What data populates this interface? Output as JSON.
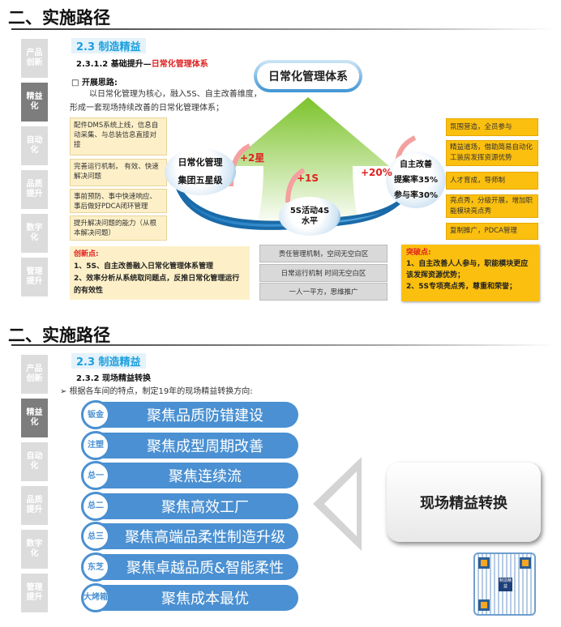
{
  "top": {
    "title": "二、实施路径",
    "section": "2.3 制造精益",
    "heading_num": "2.3.1.2  基础提升—",
    "heading_red": "日常化管理体系",
    "idea_label": "□ 开展思路:",
    "paragraph": "以日常化管理为核心，融入5S、自主改善维度，形成一套现场持续改善的日常化管理体系；",
    "left_boxes": [
      "配件DMS系统上线，信息自动采集、与总装信息直接对接",
      "完善运行机制， 有效、快速解决问题",
      "事前预防、事中快速响应、事后做好PDCA闭环管理",
      "提升解决问题的能力（从根本解决问题）"
    ],
    "innovation": {
      "label": "创新点:",
      "lines": [
        "1、5S、自主改善融入日常化管理体系管理",
        "2、效率分析从系统取问题点，反推日常化管理运行的有效性"
      ]
    },
    "diagram": {
      "top_label": "日常化管理体系",
      "circle1": [
        "日常化管理",
        "集团五星级"
      ],
      "circle1_gain": "+2星",
      "circle2": [
        "5S活动4S",
        "水平"
      ],
      "circle2_gain": "+1S",
      "circle3": [
        "自主改善",
        "提案率35%",
        "参与率30%"
      ],
      "circle3_gain": "+20%"
    },
    "gray_boxes": [
      "责任管理机制，空间无空白区",
      "日常运行机制 时间无空白区",
      "一人一平方，思维推广"
    ],
    "right_boxes": [
      "氛围营造，全员参与",
      "精益道场，借助简易自动化工装房发挥资源优势",
      "人才育成，导师制",
      "亮点秀，分级开展，增加职能模块亮点秀",
      "复制推广，PDCA管理"
    ],
    "breakthrough": {
      "label": "突破点:",
      "lines": [
        "1、自主改善人人参与，职能模块更应该发挥资源优势；",
        "2、5S专项亮点秀，尊重和荣誉；"
      ]
    }
  },
  "nav": [
    "产品创新",
    "精益化",
    "自动化",
    "品质提升",
    "数字化",
    "管理提升"
  ],
  "bottom": {
    "title": "二、实施路径",
    "section": "2.3 制造精益",
    "heading": "2.3.2  现场精益转换",
    "bullet": "根据各车间的特点，制定19年的现场精益转换方向:",
    "items": [
      {
        "tag": "钣金",
        "text": "聚焦品质防错建设"
      },
      {
        "tag": "注塑",
        "text": "聚焦成型周期改善"
      },
      {
        "tag": "总一",
        "text": "聚焦连续流"
      },
      {
        "tag": "总二",
        "text": "聚焦高效工厂"
      },
      {
        "tag": "总三",
        "text": "聚焦高端品柔性制造升级"
      },
      {
        "tag": "东芝",
        "text": "聚焦卓越品质&智能柔性"
      },
      {
        "tag": "大烤箱",
        "text": "聚焦成本最优"
      }
    ],
    "box_label": "现场精益转换",
    "qr_center": "制造精益"
  }
}
